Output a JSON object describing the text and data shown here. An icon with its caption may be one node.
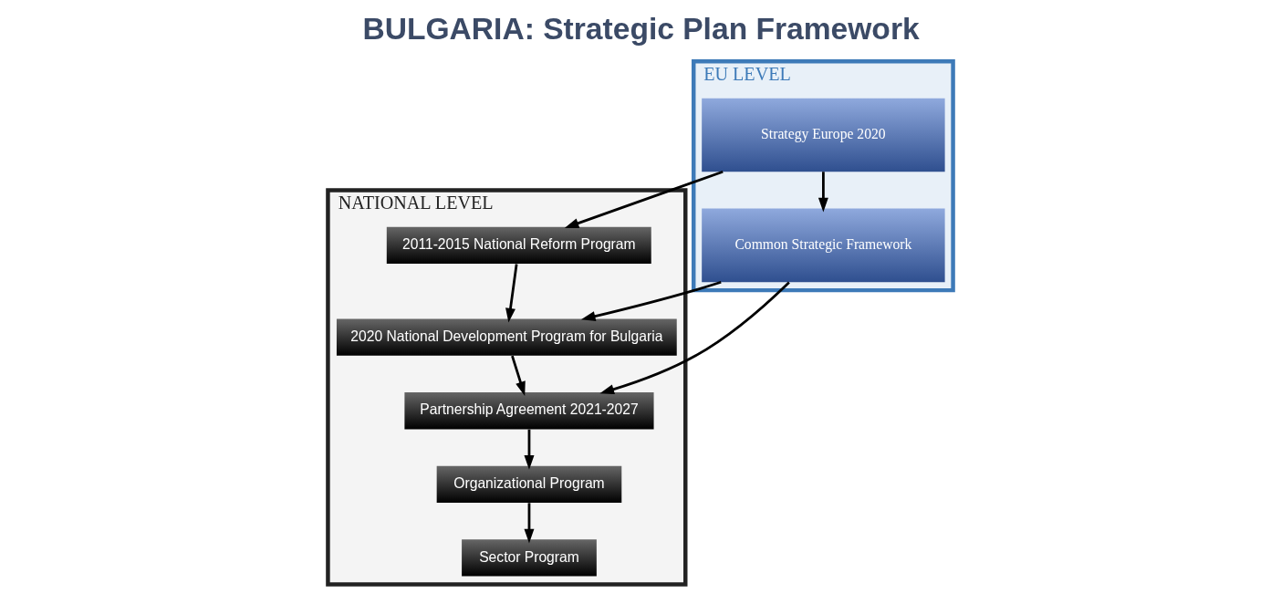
{
  "diagram": {
    "title": "BULGARIA: Strategic Plan Framework",
    "nodes": [
      {
        "text": [
          "EU LEVEL"
        ]
      },
      {
        "text": [
          "Strategy Europe 2020"
        ],
        "in": 0
      },
      {
        "text": [
          "Common Strategic Framework"
        ],
        "in": 0
      },
      {
        "text": [
          "NATIONAL LEVEL"
        ]
      },
      {
        "text": [
          "2011-2015 National Reform Program"
        ],
        "in": 3
      },
      {
        "text": [
          "2020 National Development Program for Bulgaria"
        ],
        "in": 3
      },
      {
        "text": [
          "Partnership Agreement 2021-2027"
        ],
        "in": 3
      },
      {
        "text": [
          "Organizational Program"
        ],
        "in": 3
      },
      {
        "text": [
          "Sector Program"
        ],
        "in": 3
      }
    ],
    "edges": [
      {
        "from": 1,
        "to": 2,
        "arrow": "to"
      },
      {
        "from": 1,
        "to": 4,
        "arrow": "to"
      },
      {
        "from": 2,
        "to": 5,
        "arrow": "to"
      },
      {
        "from": 2,
        "to": 6,
        "arrow": "to"
      },
      {
        "from": 4,
        "to": 5,
        "arrow": "to"
      },
      {
        "from": 5,
        "to": 6,
        "arrow": "to"
      },
      {
        "from": 6,
        "to": 7,
        "arrow": "to"
      },
      {
        "from": 7,
        "to": 8,
        "arrow": "to"
      }
    ]
  }
}
